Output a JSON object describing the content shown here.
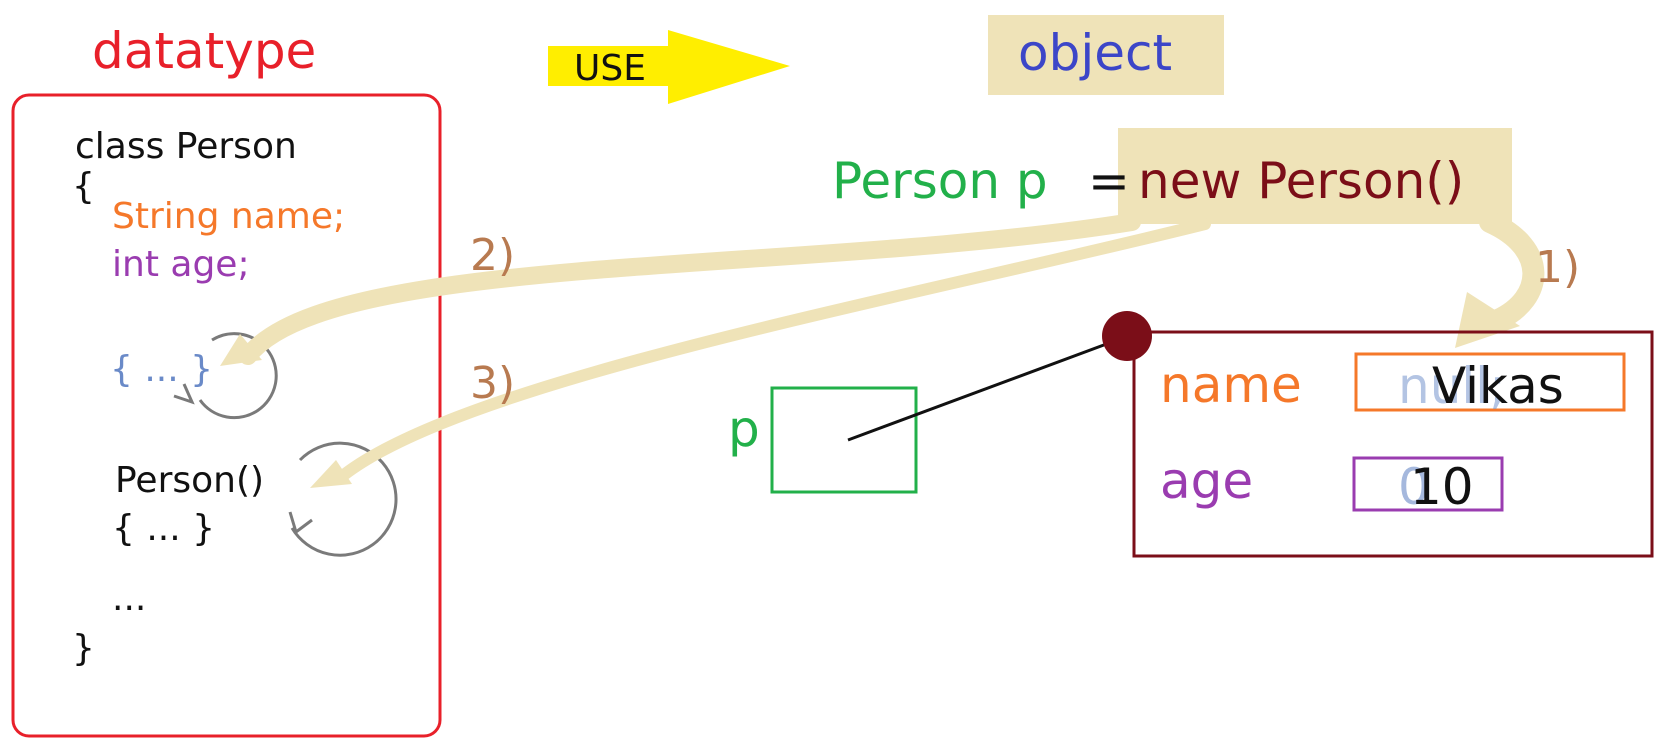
{
  "titles": {
    "datatype": "datatype",
    "use": "USE",
    "object": "object"
  },
  "class_code": {
    "line1": "class Person",
    "open_brace": "{",
    "field_name": "String name;",
    "field_age": "int age;",
    "init_block": "{ ... }",
    "constructor": "Person()",
    "constructor_body": "{ ... }",
    "ellipsis": "...",
    "close_brace": "}"
  },
  "statement": {
    "declaration": "Person p",
    "equals": "=",
    "creation": "new Person()"
  },
  "steps": {
    "step1": "1)",
    "step2": "2)",
    "step3": "3)"
  },
  "reference": {
    "variable": "p"
  },
  "object_fields": {
    "name_label": "name",
    "name_old_value": "null;",
    "name_value": "Vikas",
    "age_label": "age",
    "age_old_value": "0",
    "age_value": "10"
  },
  "colors": {
    "red": "#e8202a",
    "yellow": "#ffee00",
    "blue": "#3c46c8",
    "green": "#22b04a",
    "maroon": "#7b0e18",
    "orange": "#f5782a",
    "purple": "#9a3cb0",
    "steel_blue": "#6a8ac8",
    "tan_arrow": "#efe3b8",
    "tan_label": "#b87a50",
    "gray": "#7a7a7a",
    "highlight": "#efe3b8"
  }
}
